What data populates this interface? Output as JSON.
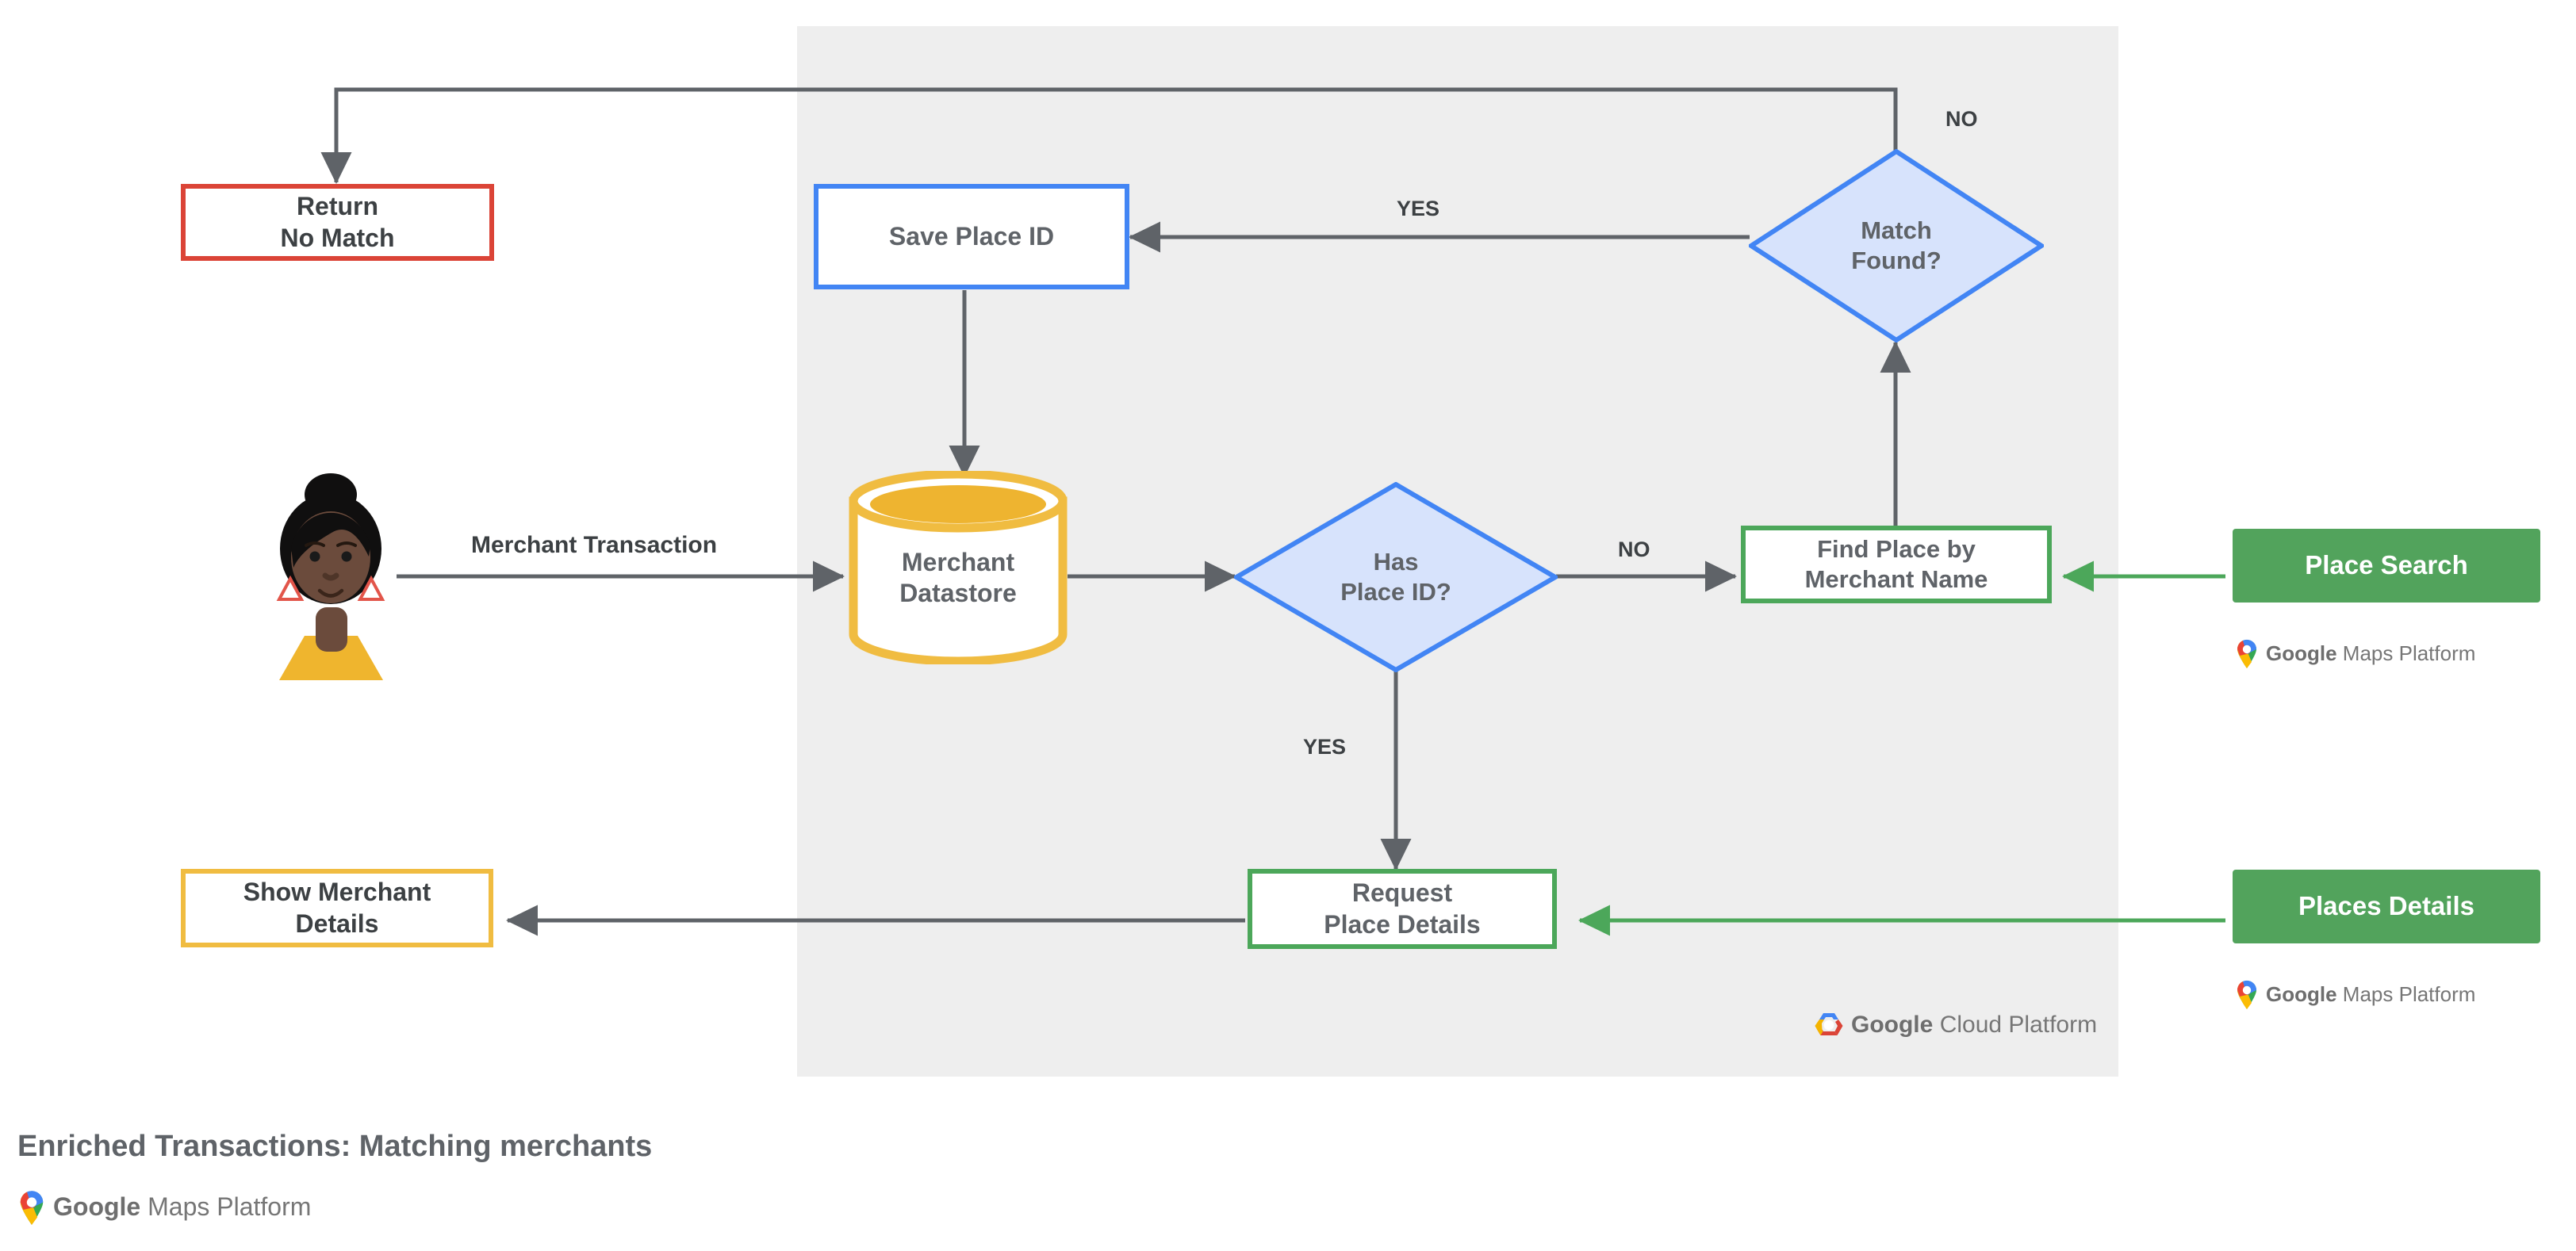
{
  "diagram": {
    "caption": "Enriched Transactions: Matching merchants",
    "panel_label": "Google Cloud Platform",
    "colors": {
      "panel_bg": "#eeeeee",
      "red": "#db4437",
      "blue": "#4285f4",
      "blue_fill": "#d7e3fc",
      "green": "#4ca75a",
      "green_solid": "#52a35c",
      "amber": "#f0bc41",
      "line": "#5f6368",
      "text": "#5f6368"
    },
    "nodes": {
      "return_no_match": {
        "line1": "Return",
        "line2": "No Match"
      },
      "save_place_id": {
        "line1": "Save Place ID"
      },
      "match_found": {
        "line1": "Match",
        "line2": "Found?"
      },
      "merchant_datastore": {
        "line1": "Merchant",
        "line2": "Datastore"
      },
      "has_place_id": {
        "line1": "Has",
        "line2": "Place ID?"
      },
      "find_place": {
        "line1": "Find Place by",
        "line2": "Merchant Name"
      },
      "place_search": {
        "line1": "Place Search"
      },
      "request_place_details": {
        "line1": "Request",
        "line2": "Place Details"
      },
      "places_details": {
        "line1": "Places Details"
      },
      "show_merchant_details": {
        "line1": "Show Merchant",
        "line2": "Details"
      }
    },
    "edge_labels": {
      "merchant_transaction": "Merchant Transaction",
      "match_no": "NO",
      "match_yes": "YES",
      "has_place_id_no": "NO",
      "has_place_id_yes": "YES"
    },
    "logos": {
      "maps_word_a": "Google",
      "maps_word_b": "Maps Platform",
      "cloud_word_a": "Google",
      "cloud_word_b": "Cloud Platform"
    }
  }
}
